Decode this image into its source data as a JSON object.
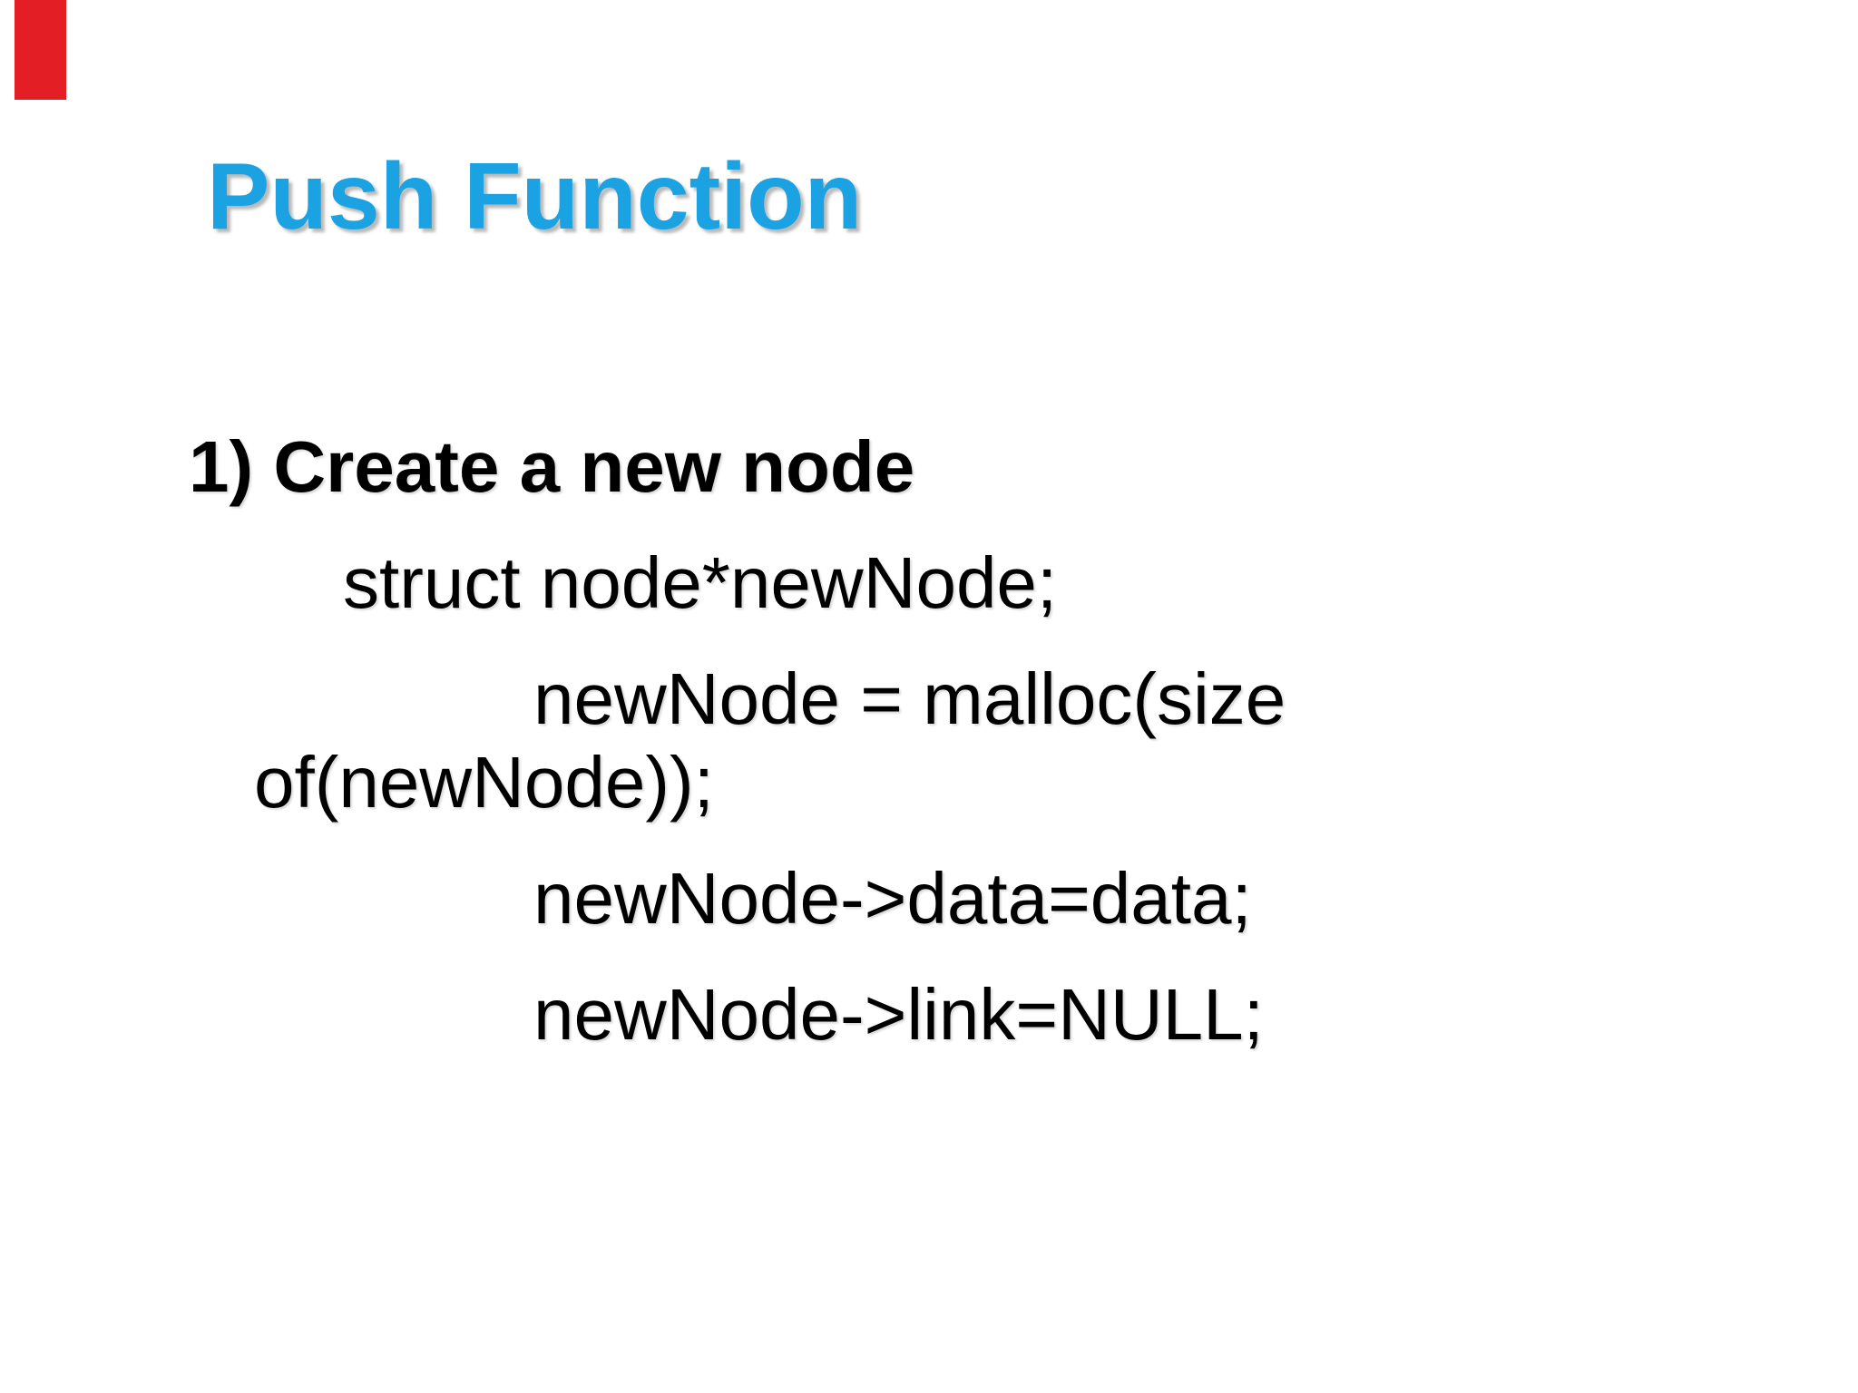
{
  "slide": {
    "title": "Push Function",
    "colors": {
      "background": "#ffffff",
      "title": "#1ba2e2",
      "body_text": "#000000",
      "accent_bar": "#e31e25"
    },
    "body": {
      "heading": "1) Create a new node",
      "code_lines": [
        {
          "text": "struct node*newNode;"
        },
        {
          "text": "newNode = malloc(size"
        },
        {
          "text": "of(newNode));"
        },
        {
          "text": "newNode->data=data;"
        },
        {
          "text": "newNode->link=NULL;"
        }
      ]
    }
  }
}
